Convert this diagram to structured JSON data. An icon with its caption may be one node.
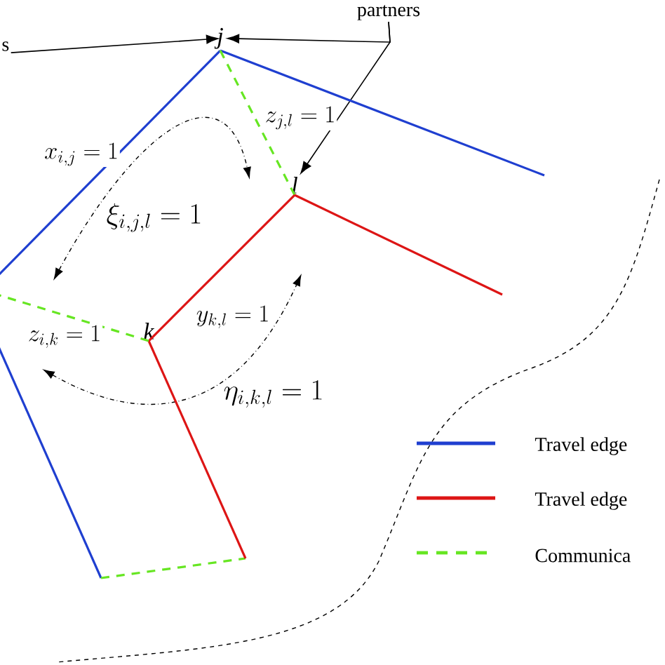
{
  "diagram": {
    "nodes": [
      {
        "text": [
          "s"
        ]
      },
      {
        "text": [
          "j"
        ]
      },
      {
        "text": [
          "partners"
        ]
      },
      {
        "text": [
          "l"
        ]
      },
      {
        "text": [
          "k"
        ]
      }
    ],
    "edges": [
      {
        "from": 0,
        "to": 1,
        "arrow": "to"
      },
      {
        "from": 2,
        "to": 1,
        "arrow": "to"
      },
      {
        "from": 2,
        "to": 3,
        "arrow": "to"
      },
      {
        "from": 1,
        "to": null,
        "arrow": "none",
        "color": "#1f3fd0",
        "label": "x_{i,j} = 1"
      },
      {
        "from": 1,
        "to": null,
        "arrow": "none",
        "color": "#1f3fd0"
      },
      {
        "from": 1,
        "to": 3,
        "arrow": "none",
        "style": "dashed",
        "color": "#66e622",
        "label": "z_{j,l} = 1"
      },
      {
        "from": 3,
        "to": null,
        "arrow": "none",
        "color": "#dd1515"
      },
      {
        "from": 4,
        "to": 3,
        "arrow": "none",
        "color": "#dd1515",
        "label": "y_{k,l} = 1"
      },
      {
        "from": 4,
        "to": null,
        "arrow": "none",
        "color": "#dd1515"
      },
      {
        "from": 4,
        "to": null,
        "arrow": "none",
        "style": "dashed",
        "color": "#66e622",
        "label": "z_{i,k} = 1"
      }
    ],
    "labels": [
      "\\xi_{i,j,l} = 1",
      "\\eta_{i,k,l} = 1"
    ],
    "legend": [
      {
        "text": "Travel edge",
        "color": "#1f3fd0"
      },
      {
        "text": "Travel edge",
        "color": "#dd1515"
      },
      {
        "text": "Communica",
        "color": "#66e622"
      }
    ]
  }
}
